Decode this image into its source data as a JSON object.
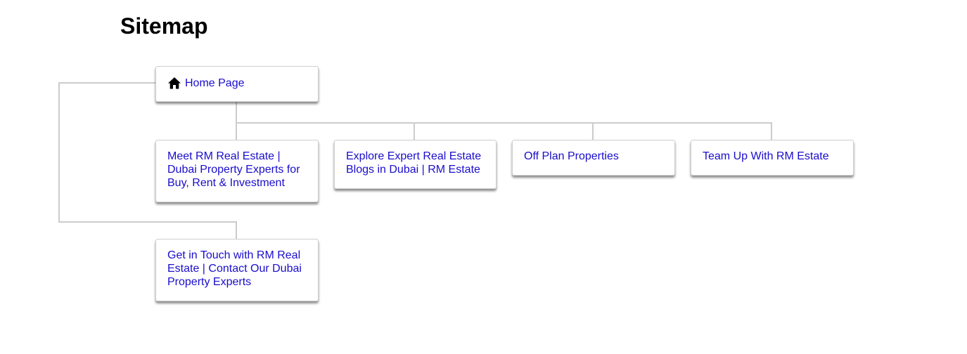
{
  "page": {
    "title": "Sitemap"
  },
  "sitemap": {
    "root": {
      "label": "Home Page",
      "icon": "home-icon"
    },
    "children": [
      {
        "label": "Meet RM Real Estate | Dubai Property Experts for Buy, Rent & Investment"
      },
      {
        "label": "Explore Expert Real Estate Blogs in Dubai | RM Estate"
      },
      {
        "label": "Off Plan Properties"
      },
      {
        "label": "Team Up With RM Estate"
      }
    ],
    "secondary": {
      "label": "Get in Touch with RM Real Estate | Contact Our Dubai Property Experts"
    }
  },
  "colors": {
    "link": "#1a0dcc",
    "connector": "#cccccc",
    "title": "#000000"
  }
}
